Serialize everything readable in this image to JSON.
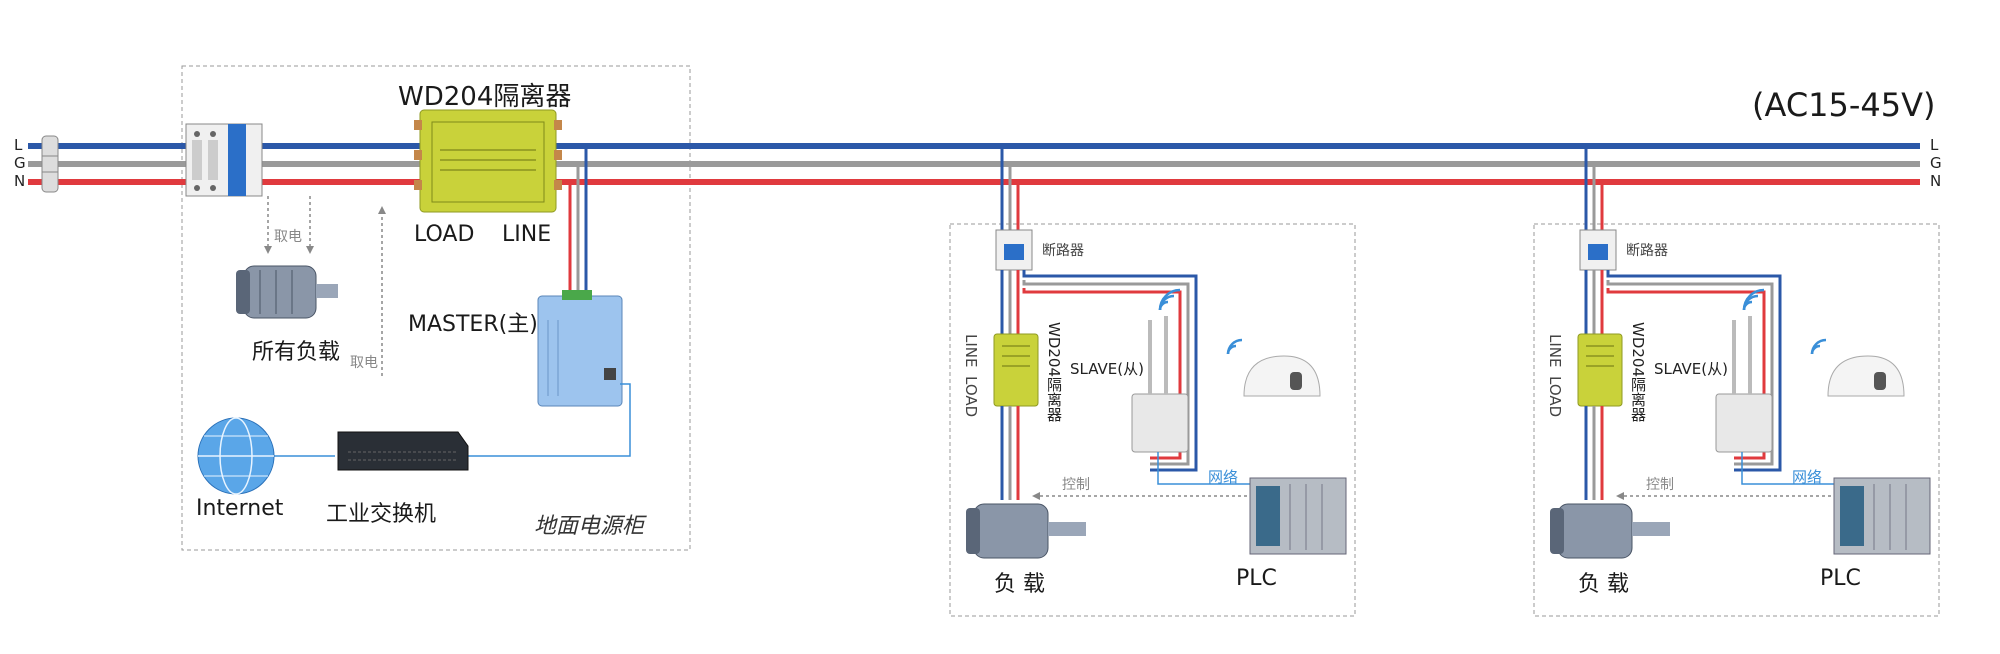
{
  "voltage_label": "(AC15-45V)",
  "bus_labels": {
    "L": "L",
    "G": "G",
    "N": "N"
  },
  "cabinet": {
    "isolator_title": "WD204隔离器",
    "load": "LOAD",
    "line": "LINE",
    "take_power": "取电",
    "take_power2": "取电",
    "all_loads": "所有负载",
    "master": "MASTER(主)",
    "internet": "Internet",
    "switch": "工业交换机",
    "cabinet_name": "地面电源柜"
  },
  "stations": [
    {
      "breaker": "断路器",
      "line": "LINE",
      "load": "LOAD",
      "isolator": "WD204隔离器",
      "slave": "SLAVE(从)",
      "control": "控制",
      "network": "网络",
      "load_label": "负 载",
      "plc": "PLC"
    },
    {
      "breaker": "断路器",
      "line": "LINE",
      "load": "LOAD",
      "isolator": "WD204隔离器",
      "slave": "SLAVE(从)",
      "control": "控制",
      "network": "网络",
      "load_label": "负 载",
      "plc": "PLC"
    }
  ],
  "colors": {
    "L": "#2b58a8",
    "G": "#9a9a9a",
    "N": "#e03a3e",
    "net": "#3a8fd8",
    "isolator": "#c9d23a"
  },
  "icons": [
    "circuit-breaker-icon",
    "isolator-icon",
    "motor-icon",
    "master-device-icon",
    "globe-icon",
    "network-switch-icon",
    "slave-device-icon",
    "wifi-icon",
    "helmet-icon",
    "plc-icon"
  ]
}
